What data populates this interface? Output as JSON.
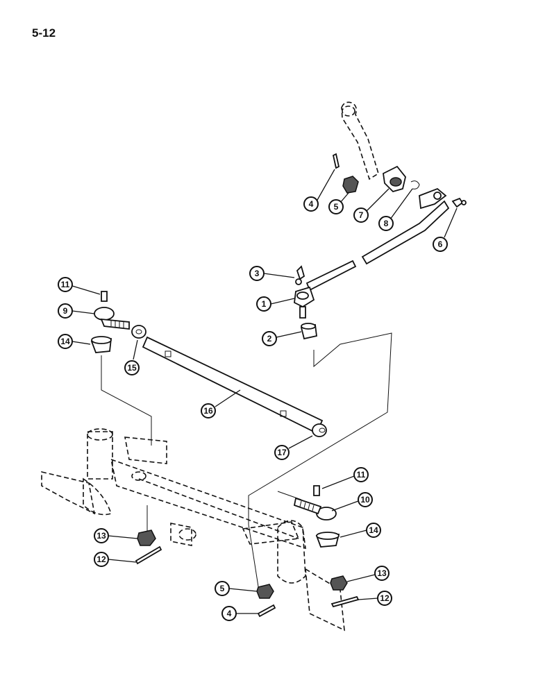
{
  "page": {
    "number": "5-12"
  },
  "callouts": [
    "1",
    "2",
    "3",
    "4",
    "5",
    "6",
    "7",
    "8",
    "9",
    "10",
    "11",
    "12",
    "13",
    "14",
    "15",
    "16",
    "17"
  ],
  "callout_labels": {
    "c4a": "4",
    "c5a": "5",
    "c7": "7",
    "c8": "8",
    "c6": "6",
    "c3": "3",
    "c1": "1",
    "c2": "2",
    "c11a": "11",
    "c9": "9",
    "c14a": "14",
    "c15": "15",
    "c16": "16",
    "c17": "17",
    "c11b": "11",
    "c10": "10",
    "c14b": "14",
    "c13a": "13",
    "c12a": "12",
    "c5b": "5",
    "c4b": "4",
    "c13b": "13",
    "c12b": "12"
  }
}
